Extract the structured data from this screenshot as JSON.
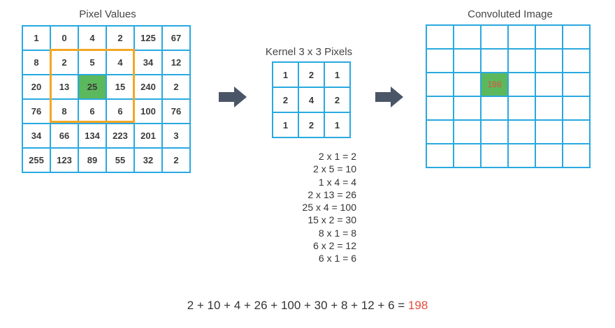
{
  "titles": {
    "pixel_values": "Pixel Values",
    "kernel": "Kernel 3 x 3 Pixels",
    "convoluted": "Convoluted Image"
  },
  "pixel_grid": [
    [
      "1",
      "0",
      "4",
      "2",
      "125",
      "67"
    ],
    [
      "8",
      "2",
      "5",
      "4",
      "34",
      "12"
    ],
    [
      "20",
      "13",
      "25",
      "15",
      "240",
      "2"
    ],
    [
      "76",
      "8",
      "6",
      "6",
      "100",
      "76"
    ],
    [
      "34",
      "66",
      "134",
      "223",
      "201",
      "3"
    ],
    [
      "255",
      "123",
      "89",
      "55",
      "32",
      "2"
    ]
  ],
  "kernel_grid": [
    [
      "1",
      "2",
      "1"
    ],
    [
      "2",
      "4",
      "2"
    ],
    [
      "1",
      "2",
      "1"
    ]
  ],
  "output_value": "198",
  "calculations": [
    "2 x 1 = 2",
    "2 x 5 = 10",
    "1 x 4 = 4",
    "2 x 13 = 26",
    "25 x 4 = 100",
    "15 x 2 = 30",
    "8 x 1 = 8",
    "6 x 2 = 12",
    "6 x 1 = 6"
  ],
  "sum": {
    "expression": "2 + 10 + 4 + 26 + 100 + 30 + 8 + 12 + 6 = ",
    "result": "198"
  },
  "colors": {
    "grid_line": "#29a9e0",
    "highlight_box": "#f5a623",
    "center_cell": "#5cb85c",
    "result_text": "#e84c3d",
    "arrow": "#4a5568"
  }
}
